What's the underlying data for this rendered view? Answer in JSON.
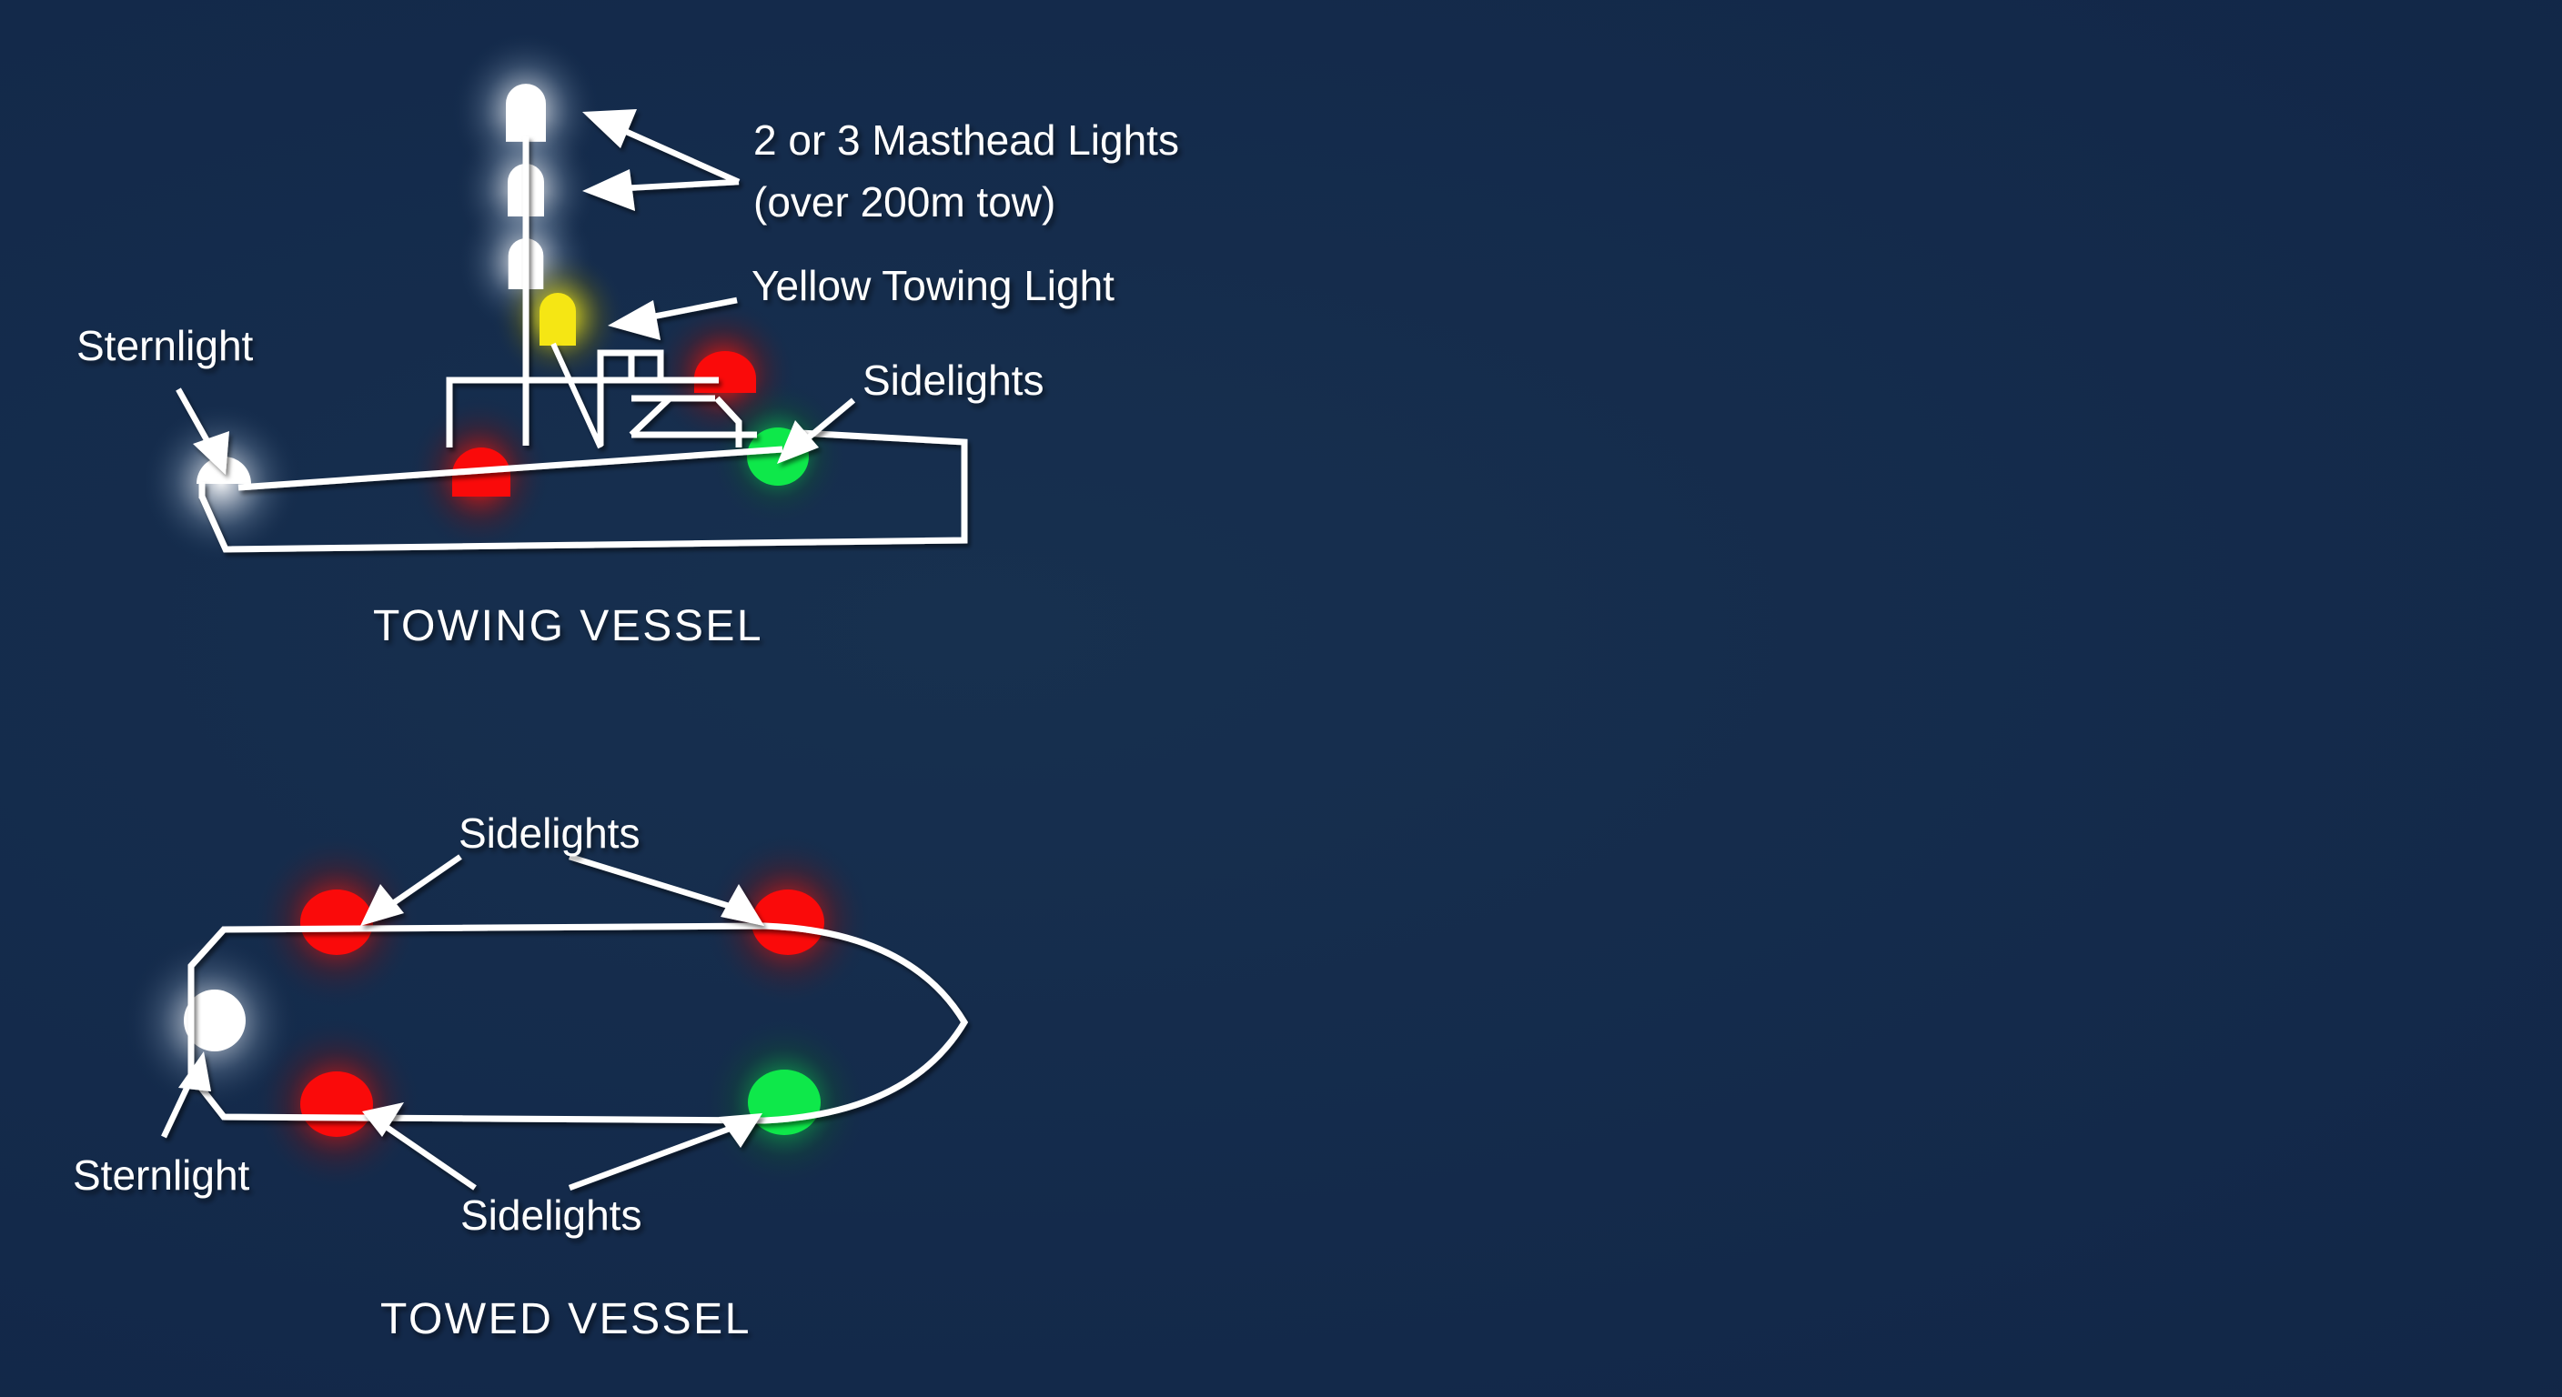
{
  "background_color": "#13294a",
  "colors": {
    "background": "#13294a",
    "outline": "#ffffff",
    "white_light": "#ffffff",
    "red_light": "#fa0a0a",
    "green_light": "#0ee84a",
    "yellow_light": "#f5e614",
    "label_text": "#ffffff"
  },
  "towing_vessel": {
    "caption": "TOWING VESSEL",
    "labels": {
      "masthead_line1": "2 or 3 Masthead Lights",
      "masthead_line2": "(over 200m tow)",
      "towing_light": "Yellow Towing Light",
      "sidelights": "Sidelights",
      "sternlight": "Sternlight"
    },
    "lights": [
      {
        "name": "masthead-light-top",
        "color": "#ffffff",
        "shape": "dome"
      },
      {
        "name": "masthead-light-middle",
        "color": "#ffffff",
        "shape": "dome"
      },
      {
        "name": "masthead-light-lower",
        "color": "#ffffff",
        "shape": "dome"
      },
      {
        "name": "yellow-towing-light",
        "color": "#f5e614",
        "shape": "dome"
      },
      {
        "name": "sternlight",
        "color": "#ffffff",
        "shape": "dome"
      },
      {
        "name": "port-sidelight-aft",
        "color": "#fa0a0a",
        "shape": "dome"
      },
      {
        "name": "port-sidelight-deck",
        "color": "#fa0a0a",
        "shape": "dome"
      },
      {
        "name": "starboard-sidelight",
        "color": "#0ee84a",
        "shape": "dome"
      }
    ]
  },
  "towed_vessel": {
    "caption": "TOWED VESSEL",
    "labels": {
      "sidelights_top": "Sidelights",
      "sidelights_bottom": "Sidelights",
      "sternlight": "Sternlight"
    },
    "lights": [
      {
        "name": "port-sidelight-aft",
        "color": "#fa0a0a",
        "shape": "oval"
      },
      {
        "name": "port-sidelight-forward",
        "color": "#fa0a0a",
        "shape": "oval"
      },
      {
        "name": "starboard-sidelight-aft",
        "color": "#fa0a0a",
        "shape": "oval"
      },
      {
        "name": "starboard-sidelight-forward",
        "color": "#0ee84a",
        "shape": "oval"
      },
      {
        "name": "sternlight",
        "color": "#ffffff",
        "shape": "circle"
      }
    ]
  }
}
